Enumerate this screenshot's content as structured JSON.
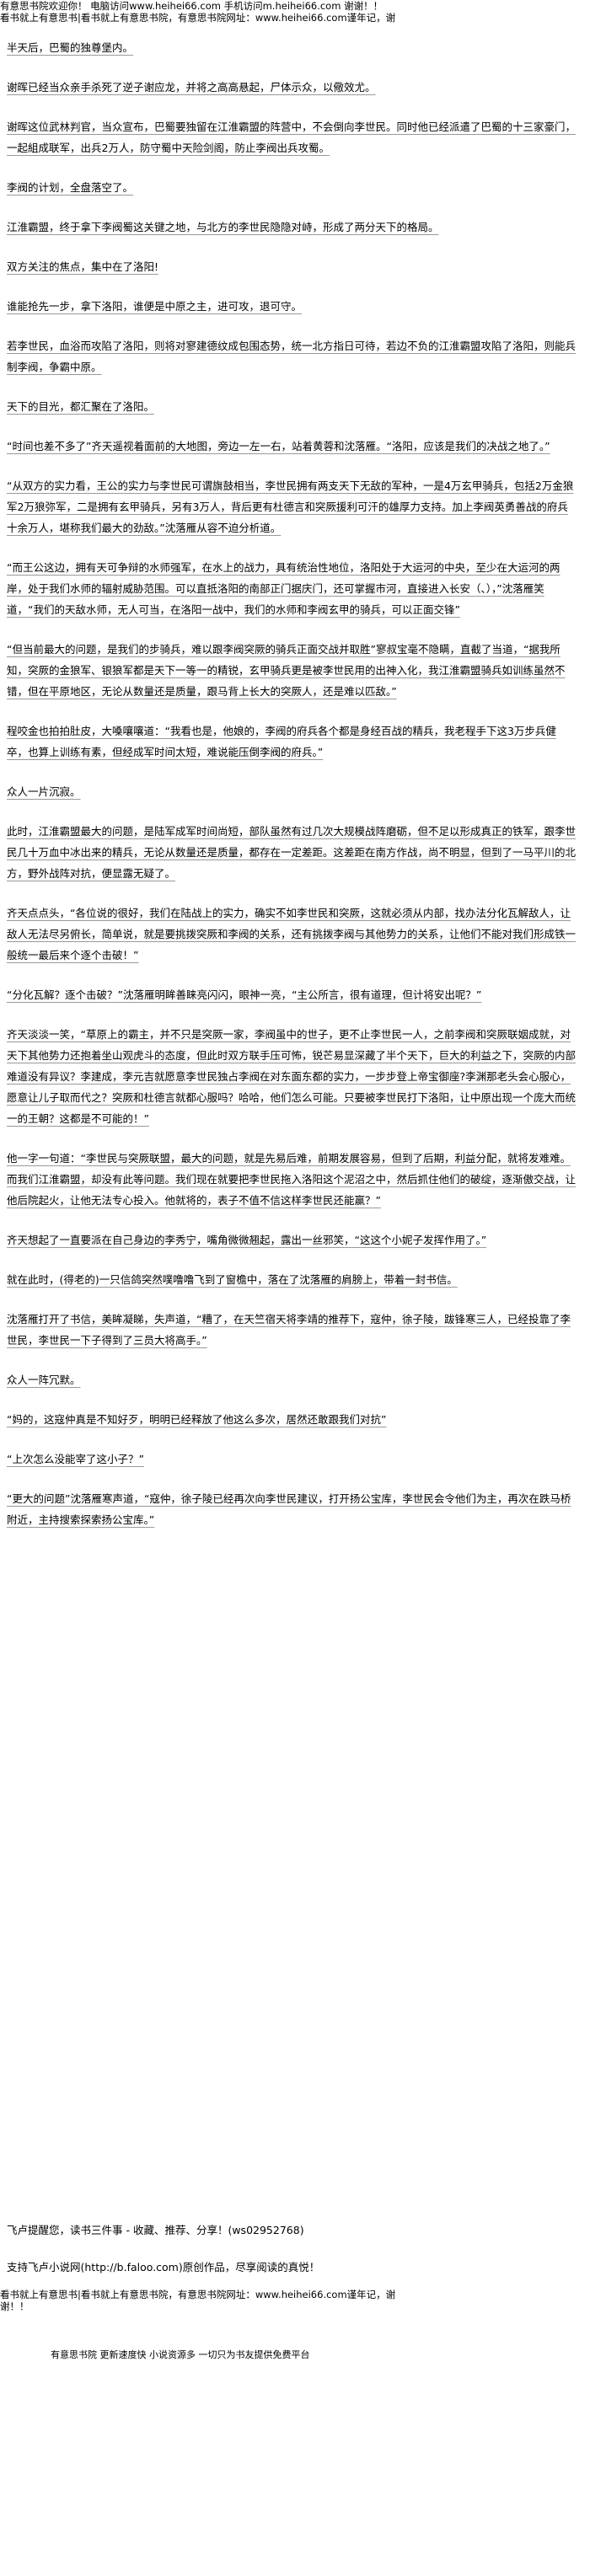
{
  "header": {
    "line1": "有意思书院欢迎你！ 电脑访问www.heihei66.com  手机访问m.heihei66.com  谢谢！！",
    "line2": "看书就上有意思书|看书就上有意思书院，有意思书院网址：www.heihei66.com谨年记，谢"
  },
  "paragraphs": [
    "半天后，巴蜀的独尊堡内。",
    "谢晖已经当众亲手杀死了逆子谢应龙，并将之高高悬起，尸体示众，以儆效尤。",
    "谢晖这位武林判官，当众宣布，巴蜀要独留在江淮霸盟的阵营中，不会倒向李世民。同时他已经派遣了巴蜀的十三家豪门，一起組成联军，出兵2万人，防守蜀中天险剑阁，防止李阀出兵攻蜀。",
    "李阀的计划，全盘落空了。",
    "江淮霸盟，终于拿下李阀蜀这关键之地，与北方的李世民隐隐对峙，形成了两分天下的格局。",
    "双方关注的焦点，集中在了洛阳!",
    "谁能抢先一步，拿下洛阳，谁便是中原之主，进可攻，退可守。",
    "若李世民，血浴而攻陷了洛阳，则将对寥建德纹成包围态势，统一北方指日可待，若边不负的江淮霸盟攻陷了洛阳，则能兵制李阀，争霸中原。",
    "天下的目光，都汇聚在了洛阳。",
    "“时间也差不多了”齐天遥视着面前的大地图，旁边一左一右，站着黄蓉和沈落雁。“洛阳，应该是我们的决战之地了。”",
    "“从双方的实力看，王公的实力与李世民可谓旗鼓相当，李世民拥有两支天下无敌的军种，一是4万玄甲骑兵，包括2万金狼军2万狼弥军，二是拥有玄甲骑兵，另有3万人，背后更有杜德言和突厥援利可汗的雄厚力支持。加上李阀英勇善战的府兵十余万人，堪称我们最大的劲敌。”沈落雁从容不迫分析道。",
    "“而王公这边，拥有天可争辩的水师强军，在水上的战力，具有统治性地位，洛阳处于大运河的中央，至少在大运河的两岸，处于我们水师的辐射威胁范围。可以直抵洛阳的南部正门据庆门，还可掌握市河，直接进入长安（、），”沈落雁笑道，“我们的天敌水师，无人可当，在洛阳一战中，我们的水师和李阀玄甲的骑兵，可以正面交锋”",
    "“但当前最大的问题，是我们的步骑兵，难以跟李阀突厥的骑兵正面交战并取胜”寥叔宝毫不隐瞒，直截了当道，“据我所知，突厥的金狼军、银狼军都是天下一等一的精锐，玄甲骑兵更是被李世民用的出神入化，我江淮霸盟骑兵如训练虽然不错，但在平原地区，无论从数量还是质量，跟马背上长大的突厥人，还是难以匹敌。”",
    "程咬金也拍拍肚皮，大嗓嚷嚷道：“我看也是，他娘的，李阀的府兵各个都是身经百战的精兵，我老程手下这3万步兵健卒，也算上训练有素，但经成军时间太短，难说能压倒李阀的府兵。”",
    "众人一片沉寂。",
    "此时，江淮霸盟最大的问题，是陆军成军时间尚短，部队虽然有过几次大规模战阵磨砺，但不足以形成真正的铁军，跟李世民几十万血中冰出来的精兵，无论从数量还是质量，都存在一定差距。这差距在南方作战，尚不明显，但到了一马平川的北方，野外战阵对抗，便显露无疑了。",
    "齐天点点头，“各位说的很好，我们在陆战上的实力，确实不如李世民和突厥，这就必须从内部，找办法分化瓦解敌人，让敌人无法尽另俯长，简单说，就是要挑拨突厥和李阀的关系，还有挑拨李阀与其他势力的关系，让他们不能对我们形成铁一般统一最后来个逐个击破！”",
    "“分化瓦解？逐个击破？”沈落雁明眸善睐亮闪闪，眼神一亮，“主公所言，很有道理，但计将安出呢？”",
    "齐天淡淡一笑，“草原上的霸主，并不只是突厥一家，李阀虽中的世子，更不止李世民一人，之前李阀和突厥联姻成就，对天下其他势力还抱着坐山观虎斗的态度，但此时双方联手压可怖，锐芒易显深藏了半个天下，巨大的利益之下，突厥的内部难道没有异议？李建成，李元吉就愿意李世民独占李阀在对东面东都的实力，一步步登上帝宝御座?李渊那老头会心服心，愿意让儿子取而代之？突厥和杜德言就都心服吗？哈哈，他们怎么可能。只要被李世民打下洛阳，让中原出现一个庞大而统一的王朝？这都是不可能的！”",
    "他一字一句道：“李世民与突厥联盟，最大的问题，就是先易后难，前期发展容易，但到了后期，利益分配，就将发难难。而我们江淮霸盟，却没有此等问题。我们现在就要把李世民拖入洛阳这个泥沼之中，然后抓住他们的破绽，逐渐傲交战，让他后院起火，让他无法专心投入。他就将的，表子不值不信这样李世民还能赢？”",
    "齐天想起了一直要派在自己身边的李秀宁，嘴角微微翘起，露出一丝邪笑，“这这个小妮子发挥作用了。”",
    "就在此时，(得老的)一只信鸽突然噗噜噜飞到了窗檐中，落在了沈落雁的肩膀上，带着一封书信。",
    "沈落雁打开了书信，美眸凝睇，失声道，“糟了，在天竺宿天将李靖的推荐下，寇仲，徐子陵，跋锋寒三人，已经投靠了李世民，李世民一下子得到了三员大将高手。”",
    "众人一阵冗默。",
    "“妈的，这寇仲真是不知好歹，明明已经释放了他这么多次，居然还敢跟我们对抗”",
    "“上次怎么没能宰了这小子？”",
    "“更大的问题”沈落雁寒声道，“寇仲，徐子陵已经再次向李世民建议，打开扬公宝库，李世民会令他们为主，再次在跌马桥附近，主持搜索探索扬公宝库。”"
  ],
  "footer": {
    "prompt": "飞卢提醒您，读书三件事 - 收藏、推荐、分享！(ws02952768)",
    "site": "支持飞卢小说网(http://b.faloo.com)原创作品，尽享阅读的真悦！",
    "line1": "看书就上有意思书|看书就上有意思书院，有意思书院网址：www.heihei66.com谨年记，谢",
    "line2": "谢！！",
    "tagline": "有意思书院 更新速度快 小说资源多 一切只为书友提供免费平台"
  }
}
